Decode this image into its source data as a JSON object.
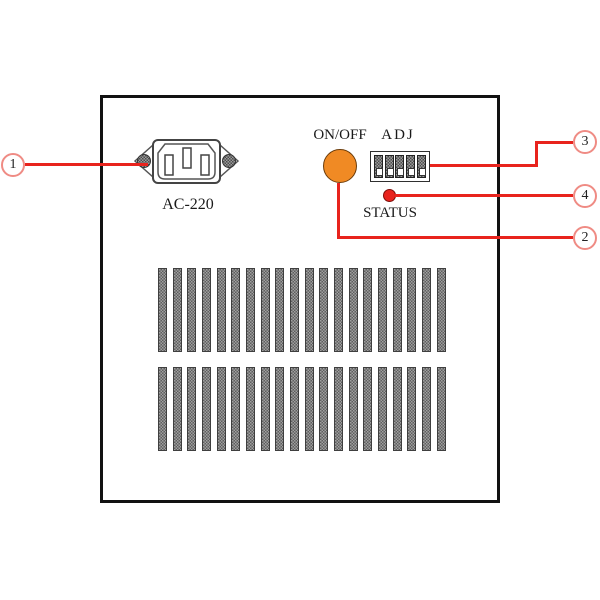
{
  "figure": {
    "panel": {
      "power_inlet_label": "AC-220",
      "power_button_label": "ON/OFF",
      "dip_switch_label": "ADJ",
      "status_led_label": "STATUS",
      "dip_switch_positions": [
        "down",
        "down",
        "down",
        "down",
        "down"
      ],
      "vents": {
        "rows": 2,
        "slots_per_row": 20
      }
    },
    "callouts": [
      {
        "number": "1"
      },
      {
        "number": "2"
      },
      {
        "number": "3"
      },
      {
        "number": "4"
      }
    ],
    "colors": {
      "leader_red": "#e8231d",
      "callout_ring": "#ef8b84",
      "button_orange": "#f08a24",
      "led_red": "#e8231d",
      "panel_outline": "#111111"
    }
  }
}
